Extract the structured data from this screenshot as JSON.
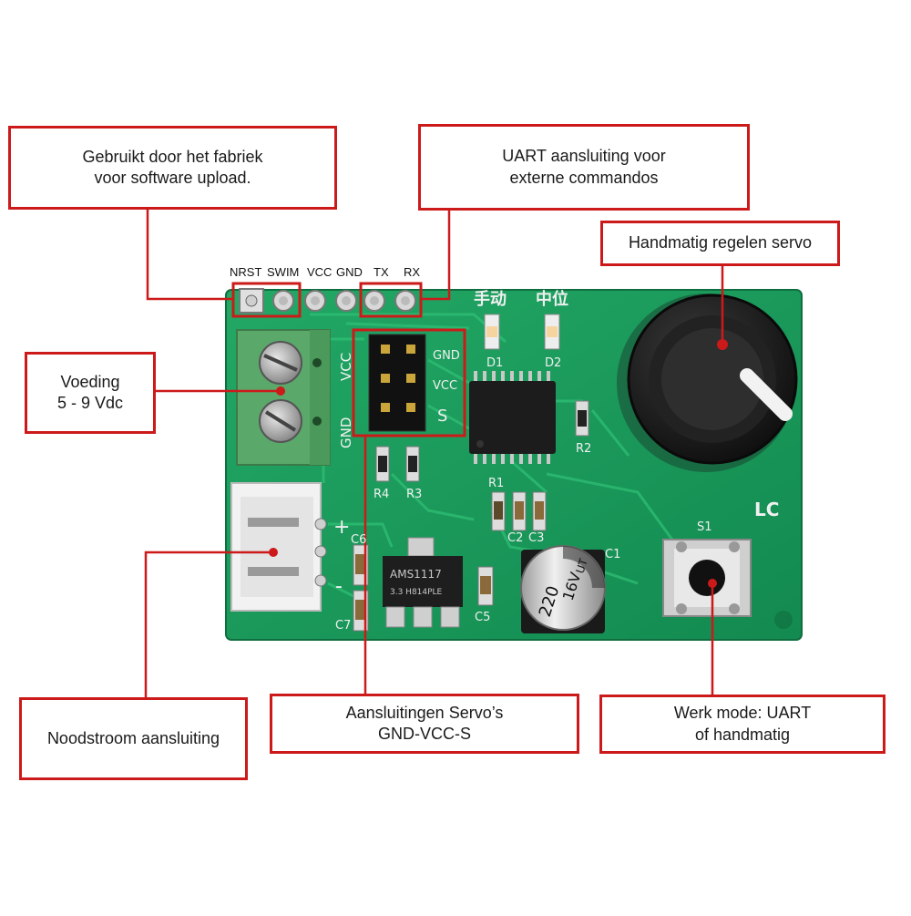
{
  "callouts": {
    "factory_upload": "Gebruikt door het fabriek\nvoor software upload.",
    "uart": "UART aansluiting voor\nexterne commandos",
    "manual_servo": "Handmatig regelen servo",
    "power": "Voeding\n5 - 9 Vdc",
    "emergency_power": "Noodstroom aansluiting",
    "servo_connections": "Aansluitingen Servo’s\nGND-VCC-S",
    "work_mode": "Werk mode: UART\nof handmatig"
  },
  "header_pins": [
    "NRST",
    "SWIM",
    "VCC",
    "GND",
    "TX",
    "RX"
  ],
  "silkscreen": {
    "manual_cn": "手动",
    "center_cn": "中位",
    "vcc": "VCC",
    "gnd": "GND",
    "servo_gnd": "GND",
    "servo_vcc": "VCC",
    "servo_s": "S",
    "d1": "D1",
    "d2": "D2",
    "r1": "R1",
    "r2": "R2",
    "r3": "R3",
    "r4": "R4",
    "c1": "C1",
    "c2": "C2",
    "c3": "C3",
    "c5": "C5",
    "c6": "C6",
    "c7": "C7",
    "s1": "S1",
    "lc": "LC",
    "plus": "+",
    "minus": "-",
    "regulator": "AMS1117",
    "regulator_sub": "3.3 H814PLE",
    "cap_value": "220",
    "cap_voltage": "16V",
    "cap_series": "UT"
  },
  "colors": {
    "pcb": "#1a9a5c",
    "callout_border": "#cc1a1a",
    "terminal": "#5aa86a"
  }
}
